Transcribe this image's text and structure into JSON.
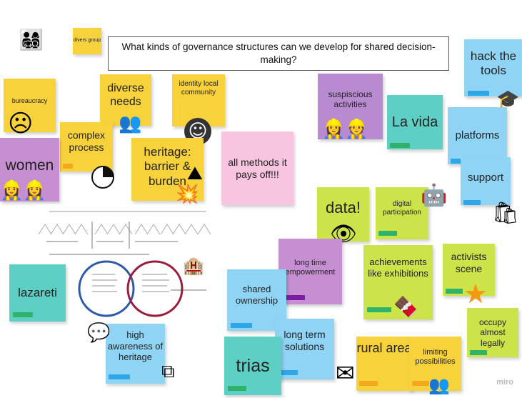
{
  "board": {
    "question": "What kinds of governance structures can we develop for shared decision-making?",
    "watermark": "miro"
  },
  "notes": [
    {
      "id": "divers-group",
      "text": "divers group"
    },
    {
      "id": "bureaucracy",
      "text": "bureaucracy"
    },
    {
      "id": "diverse-needs",
      "text": "diverse needs"
    },
    {
      "id": "identity-local-community",
      "text": "identity local community"
    },
    {
      "id": "complex-process",
      "text": "complex process"
    },
    {
      "id": "women",
      "text": "women"
    },
    {
      "id": "heritage",
      "text": "heritage: barrier & burden"
    },
    {
      "id": "all-methods",
      "text": "all methods it pays off!!!"
    },
    {
      "id": "suspicious",
      "text": "suspiscious activities"
    },
    {
      "id": "la-vida",
      "text": "La vida"
    },
    {
      "id": "hack-tools",
      "text": "hack the tools"
    },
    {
      "id": "platforms",
      "text": "platforms"
    },
    {
      "id": "support",
      "text": "support"
    },
    {
      "id": "data",
      "text": "data!"
    },
    {
      "id": "digital-participation",
      "text": "digital participation"
    },
    {
      "id": "long-time-empowerment",
      "text": "long time empowerment"
    },
    {
      "id": "achievements",
      "text": "achievements like exhibitions"
    },
    {
      "id": "activists-scene",
      "text": "activists scene"
    },
    {
      "id": "occupy",
      "text": "occupy almost legally"
    },
    {
      "id": "lazareti",
      "text": "lazareti"
    },
    {
      "id": "shared-ownership",
      "text": "shared ownership"
    },
    {
      "id": "high-awareness",
      "text": "high awareness of heritage"
    },
    {
      "id": "long-term-solutions",
      "text": "long term solutions"
    },
    {
      "id": "trias",
      "text": "trias"
    },
    {
      "id": "rural-area",
      "text": "rural area"
    },
    {
      "id": "limiting",
      "text": "limiting possibilities"
    }
  ],
  "icons": [
    "family-icon",
    "frown-icon",
    "people-icon",
    "smile-icon",
    "pie-chart-icon",
    "mountain-icon",
    "collision-icon",
    "construction-worker-icon",
    "graduation-cap-icon",
    "android-icon",
    "shopping-bag-add-icon",
    "eye-icon",
    "chocolate-icon",
    "star-icon",
    "house-icon",
    "chat-icon",
    "copy-icon",
    "envelope-icon",
    "group-icon"
  ],
  "colors": {
    "yellow": "#f8d23b",
    "purple": "#c58fd1",
    "teal": "#5ecfc4",
    "blue": "#8fd4f5",
    "lime": "#cde34a",
    "pink": "#f7c5df",
    "bar_blue": "#2ea6e8",
    "bar_green": "#2fb36b",
    "bar_purple": "#7b1fa2",
    "bar_yellow": "#f4a820"
  }
}
